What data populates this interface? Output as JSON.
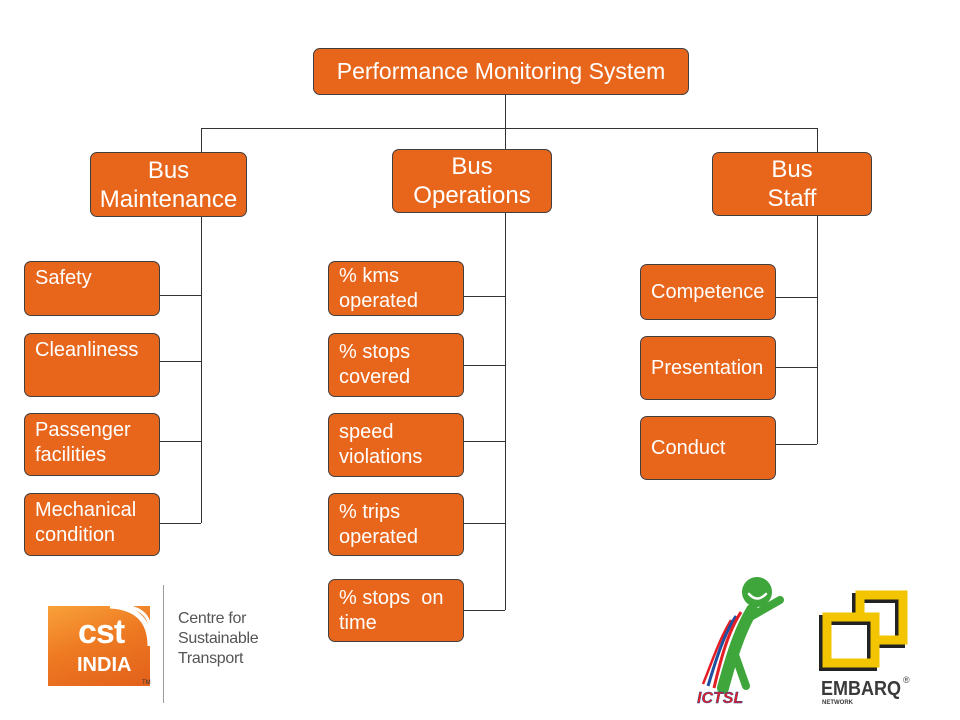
{
  "diagram": {
    "root": {
      "label": "Performance Monitoring System"
    },
    "branches": {
      "maintenance": {
        "title_lines": [
          "Bus",
          "Maintenance"
        ],
        "items": [
          {
            "lines": [
              "Safety"
            ]
          },
          {
            "lines": [
              "Cleanliness"
            ]
          },
          {
            "lines": [
              "Passenger",
              "facilities"
            ]
          },
          {
            "lines": [
              "Mechanical",
              "condition"
            ]
          }
        ]
      },
      "operations": {
        "title_lines": [
          "Bus",
          "Operations"
        ],
        "items": [
          {
            "lines": [
              "% kms",
              "operated"
            ]
          },
          {
            "lines": [
              "% stops",
              "covered"
            ]
          },
          {
            "lines": [
              "speed",
              "violations"
            ]
          },
          {
            "lines": [
              "% trips",
              "operated"
            ]
          },
          {
            "lines": [
              "% stops  on",
              "time"
            ]
          }
        ]
      },
      "staff": {
        "title_lines": [
          "Bus",
          "Staff"
        ],
        "items": [
          {
            "lines": [
              "Competence"
            ]
          },
          {
            "lines": [
              "Presentation"
            ]
          },
          {
            "lines": [
              "Conduct"
            ]
          }
        ]
      }
    }
  },
  "logos": {
    "cst": {
      "mark": "cst",
      "country": "INDIA",
      "trademark": "TM",
      "name_lines": [
        "Centre for",
        "Sustainable",
        "Transport"
      ]
    },
    "ictsl": {
      "wordmark": "ICTSL"
    },
    "embarq": {
      "wordmark": "EMBARQ",
      "registered": "®",
      "tagline": "NETWORK"
    }
  },
  "colors": {
    "box_fill": "#E8661B",
    "box_border": "#3F3F3F",
    "box_text": "#FFFFFF",
    "connector": "#333333",
    "cst_orange": "#EE7A22",
    "ictsl_green": "#3EA63B",
    "ictsl_red": "#E31E24",
    "ictsl_blue": "#1F4FA0",
    "embarq_yellow": "#F2C500"
  }
}
